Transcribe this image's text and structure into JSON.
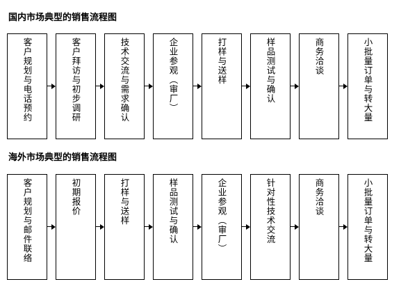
{
  "page": {
    "background_color": "#ffffff",
    "text_color": "#000000"
  },
  "diagrams": [
    {
      "title": "国内市场典型的销售流程图",
      "orientation": "left-to-right",
      "nodes": [
        "客户规划与电话预约",
        "客户拜访与初步调研",
        "技术交流与需求确认",
        "企业参观（审厂）",
        "打样与送样",
        "样品测试与确认",
        "商务洽谈",
        "小批量订单与转大量"
      ]
    },
    {
      "title": "海外市场典型的销售流程图",
      "orientation": "left-to-right",
      "nodes": [
        "客户规划与邮件联络",
        "初期报价",
        "打样与送样",
        "样品测试与确认",
        "企业参观（审厂）",
        "针对性技术交流",
        "商务洽谈",
        "小批量订单与转大量"
      ]
    }
  ],
  "connector": {
    "icon": "arrow-right-icon",
    "count_per_row": 7
  }
}
